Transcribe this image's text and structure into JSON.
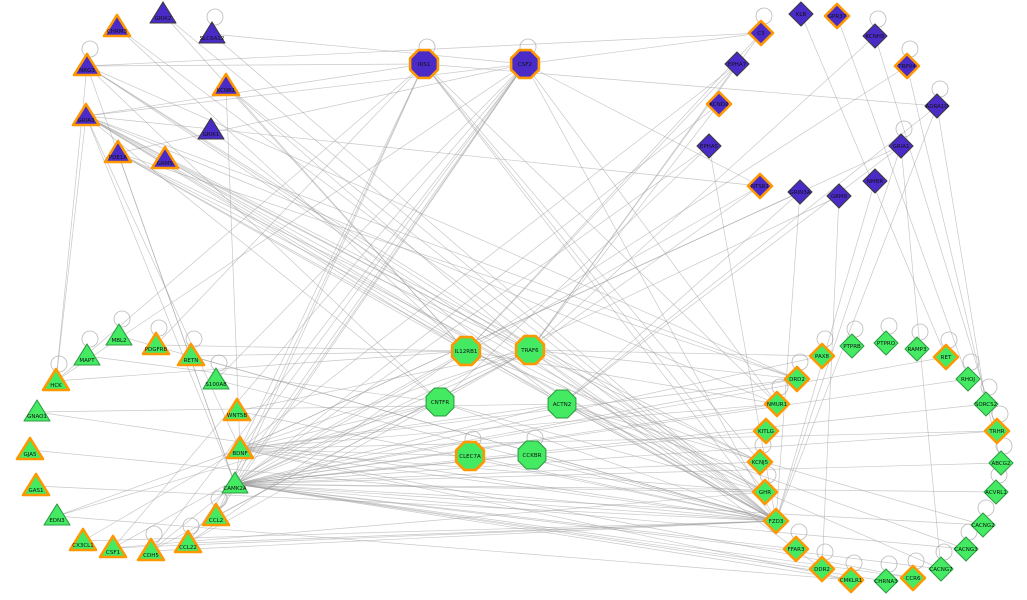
{
  "figure": {
    "background": "#ffffff",
    "description": "Gene interaction network: purple triangles and diamonds (top), green triangles, diamonds and octagons (bottom/center), gray edges with self-loops"
  },
  "graph": {
    "style": {
      "purple_fill": "#4b2bc8",
      "green_fill": "#43ea62",
      "orange_border": "#ff9800",
      "purple_stroke": "#3a3a3a",
      "green_stroke": "#2e9e44",
      "edge_color": "#9b9b9b",
      "label_color": "#111111"
    },
    "node_format": [
      "label",
      "shape",
      "color",
      "border",
      "x",
      "y",
      "self_loop"
    ],
    "nodes": [
      [
        "CHRM3",
        "tri",
        "purple",
        "orange",
        117,
        27,
        0
      ],
      [
        "GRIK2",
        "tri",
        "purple",
        "plain",
        163,
        14,
        0
      ],
      [
        "SLC6A12",
        "tri",
        "purple",
        "plain",
        212,
        34,
        1
      ],
      [
        "NRG3",
        "tri",
        "purple",
        "orange",
        87,
        66,
        1
      ],
      [
        "KCNB1",
        "tri",
        "purple",
        "orange",
        226,
        86,
        0
      ],
      [
        "GRIA3",
        "tri",
        "purple",
        "orange",
        86,
        116,
        0
      ],
      [
        "GRIK1",
        "tri",
        "purple",
        "plain",
        211,
        130,
        0
      ],
      [
        "PDE1A",
        "tri",
        "purple",
        "orange",
        118,
        153,
        0
      ],
      [
        "GRM5",
        "tri",
        "purple",
        "orange",
        165,
        159,
        0
      ],
      [
        "IRS1",
        "oct",
        "purple",
        "orange",
        424,
        64,
        1
      ],
      [
        "CSF2",
        "oct",
        "purple",
        "orange",
        525,
        64,
        1
      ],
      [
        "C3",
        "dia",
        "purple",
        "orange",
        761,
        33,
        1
      ],
      [
        "KLB",
        "dia",
        "purple",
        "plain",
        801,
        14,
        0
      ],
      [
        "GPR37",
        "dia",
        "purple",
        "orange",
        837,
        16,
        0
      ],
      [
        "KCNH5",
        "dia",
        "purple",
        "plain",
        875,
        36,
        1
      ],
      [
        "EPHA7",
        "dia",
        "purple",
        "plain",
        737,
        64,
        0
      ],
      [
        "TRPV4",
        "dia",
        "purple",
        "orange",
        907,
        66,
        1
      ],
      [
        "KCND2",
        "dia",
        "purple",
        "orange",
        719,
        104,
        0
      ],
      [
        "ADRA1D",
        "dia",
        "purple",
        "plain",
        937,
        106,
        1
      ],
      [
        "EPHA5",
        "dia",
        "purple",
        "plain",
        709,
        146,
        0
      ],
      [
        "GRIA1",
        "dia",
        "purple",
        "plain",
        901,
        146,
        1
      ],
      [
        "NTSR1",
        "dia",
        "purple",
        "orange",
        760,
        186,
        0
      ],
      [
        "GRIN3A",
        "dia",
        "purple",
        "plain",
        800,
        192,
        0
      ],
      [
        "GRM8",
        "dia",
        "purple",
        "plain",
        839,
        196,
        0
      ],
      [
        "NMBR",
        "dia",
        "purple",
        "plain",
        875,
        181,
        0
      ],
      [
        "IL12RB1",
        "oct",
        "green",
        "orange",
        466,
        351,
        0
      ],
      [
        "TRAF6",
        "oct",
        "green",
        "orange",
        530,
        350,
        0
      ],
      [
        "CNTFR",
        "oct",
        "green",
        "plain",
        440,
        402,
        0
      ],
      [
        "ACTN2",
        "oct",
        "green",
        "plain",
        562,
        404,
        0
      ],
      [
        "CLEC7A",
        "oct",
        "green",
        "orange",
        470,
        456,
        1
      ],
      [
        "CCKBR",
        "oct",
        "green",
        "plain",
        532,
        455,
        1
      ],
      [
        "MBL2",
        "tri",
        "green",
        "plain",
        119,
        336,
        1
      ],
      [
        "MAPT",
        "tri",
        "green",
        "plain",
        87,
        356,
        1
      ],
      [
        "PDGFRB",
        "tri",
        "green",
        "orange",
        156,
        345,
        1
      ],
      [
        "RETN",
        "tri",
        "green",
        "orange",
        191,
        356,
        1
      ],
      [
        "HCK",
        "tri",
        "green",
        "orange",
        56,
        381,
        1
      ],
      [
        "S100A8",
        "tri",
        "green",
        "plain",
        216,
        380,
        1
      ],
      [
        "GNAO1",
        "tri",
        "green",
        "plain",
        37,
        412,
        0
      ],
      [
        "WNT5B",
        "tri",
        "green",
        "orange",
        237,
        411,
        0
      ],
      [
        "GJA5",
        "tri",
        "green",
        "orange",
        30,
        450,
        0
      ],
      [
        "BDNF",
        "tri",
        "green",
        "orange",
        240,
        449,
        0
      ],
      [
        "GAS1",
        "tri",
        "green",
        "orange",
        36,
        486,
        0
      ],
      [
        "CAMK2A",
        "tri",
        "green",
        "plain",
        235,
        484,
        0
      ],
      [
        "EDN3",
        "tri",
        "green",
        "plain",
        57,
        516,
        0
      ],
      [
        "CCL2",
        "tri",
        "green",
        "orange",
        216,
        516,
        1
      ],
      [
        "CX3CL1",
        "tri",
        "green",
        "orange",
        83,
        541,
        0
      ],
      [
        "CSF1",
        "tri",
        "green",
        "orange",
        113,
        548,
        0
      ],
      [
        "CDH5",
        "tri",
        "green",
        "orange",
        151,
        551,
        1
      ],
      [
        "CCL22",
        "tri",
        "green",
        "orange",
        188,
        543,
        1
      ],
      [
        "PAX8",
        "dia",
        "green",
        "orange",
        822,
        356,
        1
      ],
      [
        "PTPRB",
        "dia",
        "green",
        "plain",
        852,
        346,
        1
      ],
      [
        "PTPRO",
        "dia",
        "green",
        "plain",
        886,
        343,
        1
      ],
      [
        "RAMP3",
        "dia",
        "green",
        "plain",
        917,
        349,
        1
      ],
      [
        "DRD2",
        "dia",
        "green",
        "orange",
        797,
        379,
        1
      ],
      [
        "RET",
        "dia",
        "green",
        "orange",
        946,
        357,
        1
      ],
      [
        "RHOJ",
        "dia",
        "green",
        "plain",
        968,
        379,
        1
      ],
      [
        "NMUR1",
        "dia",
        "green",
        "orange",
        777,
        404,
        1
      ],
      [
        "SORCS2",
        "dia",
        "green",
        "plain",
        986,
        404,
        1
      ],
      [
        "KITLG",
        "dia",
        "green",
        "orange",
        766,
        431,
        0
      ],
      [
        "TRHR",
        "dia",
        "green",
        "orange",
        997,
        431,
        1
      ],
      [
        "KCNJ5",
        "dia",
        "green",
        "orange",
        760,
        462,
        1
      ],
      [
        "ABCG2",
        "dia",
        "green",
        "plain",
        1001,
        463,
        1
      ],
      [
        "GHR",
        "dia",
        "green",
        "orange",
        765,
        492,
        1
      ],
      [
        "ACVRL1",
        "dia",
        "green",
        "plain",
        996,
        492,
        1
      ],
      [
        "FZD3",
        "dia",
        "green",
        "orange",
        776,
        521,
        0
      ],
      [
        "CACNG2",
        "dia",
        "green",
        "plain",
        983,
        525,
        1
      ],
      [
        "FFAR3",
        "dia",
        "green",
        "orange",
        796,
        549,
        1
      ],
      [
        "CACNG3",
        "dia",
        "green",
        "plain",
        966,
        549,
        1
      ],
      [
        "DDR2",
        "dia",
        "green",
        "orange",
        822,
        569,
        1
      ],
      [
        "CACNG7",
        "dia",
        "green",
        "plain",
        941,
        569,
        1
      ],
      [
        "CMKLR1",
        "dia",
        "green",
        "orange",
        851,
        580,
        1
      ],
      [
        "CHRNA3",
        "dia",
        "green",
        "plain",
        886,
        581,
        1
      ],
      [
        "CCR6",
        "dia",
        "green",
        "orange",
        913,
        578,
        1
      ]
    ],
    "edges": [
      [
        "IRS1",
        "HCK"
      ],
      [
        "IRS1",
        "BDNF"
      ],
      [
        "IRS1",
        "CAMK2A"
      ],
      [
        "IRS1",
        "PDGFRB"
      ],
      [
        "IRS1",
        "FZD3"
      ],
      [
        "IRS1",
        "GHR"
      ],
      [
        "IRS1",
        "NMUR1"
      ],
      [
        "IRS1",
        "KCNJ5"
      ],
      [
        "IRS1",
        "GRIA3"
      ],
      [
        "IRS1",
        "NRG3"
      ],
      [
        "IRS1",
        "CCL2"
      ],
      [
        "IRS1",
        "ADRA1D"
      ],
      [
        "CSF2",
        "HCK"
      ],
      [
        "CSF2",
        "CAMK2A"
      ],
      [
        "CSF2",
        "CSF1"
      ],
      [
        "CSF2",
        "CCL2"
      ],
      [
        "CSF2",
        "CCL22"
      ],
      [
        "CSF2",
        "FZD3"
      ],
      [
        "CSF2",
        "C3"
      ],
      [
        "CSF2",
        "GRIA3"
      ],
      [
        "CSF2",
        "PDE1A"
      ],
      [
        "CSF2",
        "NMUR1"
      ],
      [
        "CSF2",
        "BDNF"
      ],
      [
        "CSF2",
        "CDH5"
      ],
      [
        "CSF2",
        "S100A8"
      ],
      [
        "CSF2",
        "SLC6A12"
      ],
      [
        "CSF2",
        "NTSR1"
      ],
      [
        "TRAF6",
        "NRG3"
      ],
      [
        "TRAF6",
        "GRIA3"
      ],
      [
        "TRAF6",
        "KCNB1"
      ],
      [
        "TRAF6",
        "EPHA7"
      ],
      [
        "TRAF6",
        "KCND2"
      ],
      [
        "TRAF6",
        "NTSR1"
      ],
      [
        "TRAF6",
        "BDNF"
      ],
      [
        "TRAF6",
        "CAMK2A"
      ],
      [
        "TRAF6",
        "CCL2"
      ],
      [
        "TRAF6",
        "CDH5"
      ],
      [
        "TRAF6",
        "DRD2"
      ],
      [
        "TRAF6",
        "FZD3"
      ],
      [
        "TRAF6",
        "DDR2"
      ],
      [
        "TRAF6",
        "PAX8"
      ],
      [
        "TRAF6",
        "WNT5B"
      ],
      [
        "TRAF6",
        "GRM5"
      ],
      [
        "TRAF6",
        "KCNH5"
      ],
      [
        "TRAF6",
        "CCL22"
      ],
      [
        "IL12RB1",
        "GRIA3"
      ],
      [
        "IL12RB1",
        "PDE1A"
      ],
      [
        "IL12RB1",
        "C3"
      ],
      [
        "IL12RB1",
        "TRPV4"
      ],
      [
        "IL12RB1",
        "HCK"
      ],
      [
        "IL12RB1",
        "CSF1"
      ],
      [
        "IL12RB1",
        "CCL22"
      ],
      [
        "IL12RB1",
        "FZD3"
      ],
      [
        "IL12RB1",
        "KCNJ5"
      ],
      [
        "IL12RB1",
        "NMUR1"
      ],
      [
        "IL12RB1",
        "PDGFRB"
      ],
      [
        "IL12RB1",
        "RETN"
      ],
      [
        "IL12RB1",
        "CHRM3"
      ],
      [
        "IL12RB1",
        "GRIK2"
      ],
      [
        "IL12RB1",
        "KCNB1"
      ],
      [
        "IL12RB1",
        "EPHA7"
      ],
      [
        "CNTFR",
        "NRG3"
      ],
      [
        "CNTFR",
        "GRIA3"
      ],
      [
        "CNTFR",
        "BDNF"
      ],
      [
        "CNTFR",
        "CAMK2A"
      ],
      [
        "CNTFR",
        "FZD3"
      ],
      [
        "CNTFR",
        "GHR"
      ],
      [
        "CNTFR",
        "EPHA5"
      ],
      [
        "CNTFR",
        "MAPT"
      ],
      [
        "CNTFR",
        "EDN3"
      ],
      [
        "ACTN2",
        "GRIA3"
      ],
      [
        "ACTN2",
        "GRIK1"
      ],
      [
        "ACTN2",
        "ADRA1D"
      ],
      [
        "ACTN2",
        "GRIA1"
      ],
      [
        "ACTN2",
        "CACNG2"
      ],
      [
        "ACTN2",
        "CACNG7"
      ],
      [
        "ACTN2",
        "CACNG3"
      ],
      [
        "ACTN2",
        "CAMK2A"
      ],
      [
        "ACTN2",
        "GNAO1"
      ],
      [
        "ACTN2",
        "FZD3"
      ],
      [
        "ACTN2",
        "BDNF"
      ],
      [
        "ACTN2",
        "GRIN3A"
      ],
      [
        "CAMK2A",
        "FZD3"
      ],
      [
        "CAMK2A",
        "GHR"
      ],
      [
        "CAMK2A",
        "KCNJ5"
      ],
      [
        "CAMK2A",
        "KITLG"
      ],
      [
        "CAMK2A",
        "NMUR1"
      ],
      [
        "CAMK2A",
        "DRD2"
      ],
      [
        "CAMK2A",
        "PAX8"
      ],
      [
        "CAMK2A",
        "FFAR3"
      ],
      [
        "CAMK2A",
        "DDR2"
      ],
      [
        "CAMK2A",
        "CMKLR1"
      ],
      [
        "CAMK2A",
        "TRHR"
      ],
      [
        "CAMK2A",
        "ABCG2"
      ],
      [
        "CAMK2A",
        "ACVRL1"
      ],
      [
        "CAMK2A",
        "CACNG2"
      ],
      [
        "CAMK2A",
        "CACNG3"
      ],
      [
        "CAMK2A",
        "CACNG7"
      ],
      [
        "CAMK2A",
        "CHRNA3"
      ],
      [
        "CAMK2A",
        "CCR6"
      ],
      [
        "CAMK2A",
        "RET"
      ],
      [
        "CAMK2A",
        "RHOJ"
      ],
      [
        "CAMK2A",
        "SORCS2"
      ],
      [
        "CAMK2A",
        "EPHA5"
      ],
      [
        "CAMK2A",
        "KCND2"
      ],
      [
        "CAMK2A",
        "NTSR1"
      ],
      [
        "CAMK2A",
        "GRM8"
      ],
      [
        "CAMK2A",
        "CCL2"
      ],
      [
        "CAMK2A",
        "CDH5"
      ],
      [
        "CAMK2A",
        "GRIA3"
      ],
      [
        "CAMK2A",
        "PDE1A"
      ],
      [
        "CAMK2A",
        "NRG3"
      ],
      [
        "BDNF",
        "FZD3"
      ],
      [
        "BDNF",
        "GHR"
      ],
      [
        "BDNF",
        "DRD2"
      ],
      [
        "BDNF",
        "NMUR1"
      ],
      [
        "BDNF",
        "GRIN3A"
      ],
      [
        "BDNF",
        "GRIA1"
      ],
      [
        "BDNF",
        "EDN3"
      ],
      [
        "BDNF",
        "CX3CL1"
      ],
      [
        "BDNF",
        "CCR6"
      ],
      [
        "BDNF",
        "CMKLR1"
      ],
      [
        "BDNF",
        "TRHR"
      ],
      [
        "BDNF",
        "GRIA3"
      ],
      [
        "BDNF",
        "KCNB1"
      ],
      [
        "BDNF",
        "EPHA7"
      ],
      [
        "BDNF",
        "CLEC7A"
      ],
      [
        "BDNF",
        "CAMK2A"
      ],
      [
        "FZD3",
        "CHRM3"
      ],
      [
        "FZD3",
        "SLC6A12"
      ],
      [
        "FZD3",
        "GRIA3"
      ],
      [
        "FZD3",
        "PDE1A"
      ],
      [
        "FZD3",
        "GRM5"
      ],
      [
        "FZD3",
        "GRIK2"
      ],
      [
        "FZD3",
        "KCNB1"
      ],
      [
        "FZD3",
        "GJA5"
      ],
      [
        "FZD3",
        "GAS1"
      ],
      [
        "FZD3",
        "CX3CL1"
      ],
      [
        "FZD3",
        "CSF1"
      ],
      [
        "FZD3",
        "MBL2"
      ],
      [
        "FZD3",
        "GNAO1"
      ],
      [
        "FZD3",
        "RETN"
      ],
      [
        "FZD3",
        "S100A8"
      ],
      [
        "FZD3",
        "CDH5"
      ],
      [
        "FZD3",
        "CCL22"
      ],
      [
        "FZD3",
        "WNT5B"
      ],
      [
        "FZD3",
        "EPHA5"
      ],
      [
        "FZD3",
        "GRIN3A"
      ],
      [
        "FZD3",
        "NMBR"
      ],
      [
        "FZD3",
        "GRIA1"
      ],
      [
        "FZD3",
        "ADRA1D"
      ],
      [
        "FZD3",
        "CCKBR"
      ],
      [
        "FZD3",
        "CLEC7A"
      ],
      [
        "FZD3",
        "NRG3"
      ],
      [
        "GHR",
        "GRIA3"
      ],
      [
        "GHR",
        "NRG3"
      ],
      [
        "GHR",
        "CSF1"
      ],
      [
        "GHR",
        "PDE1A"
      ],
      [
        "KCNJ5",
        "GRIA3"
      ],
      [
        "KCNJ5",
        "PDE1A"
      ],
      [
        "DRD2",
        "GRIA3"
      ],
      [
        "DRD2",
        "NRG3"
      ],
      [
        "DRD2",
        "PDE1A"
      ],
      [
        "NMUR1",
        "GRIA3"
      ],
      [
        "KCNH5",
        "TRHR"
      ],
      [
        "TRPV4",
        "ABCG2"
      ],
      [
        "ADRA1D",
        "SORCS2"
      ],
      [
        "GRIA1",
        "CACNG7"
      ],
      [
        "GPR37",
        "RHOJ"
      ],
      [
        "KLB",
        "RET"
      ],
      [
        "GRM8",
        "DDR2"
      ],
      [
        "C3",
        "TRAF6"
      ],
      [
        "GRIA3",
        "HCK"
      ],
      [
        "NRG3",
        "HCK"
      ],
      [
        "EDN3",
        "CMKLR1"
      ],
      [
        "CCKBR",
        "CAMK2A"
      ],
      [
        "NRG3",
        "C3"
      ],
      [
        "GRIA3",
        "NTSR1"
      ]
    ]
  }
}
